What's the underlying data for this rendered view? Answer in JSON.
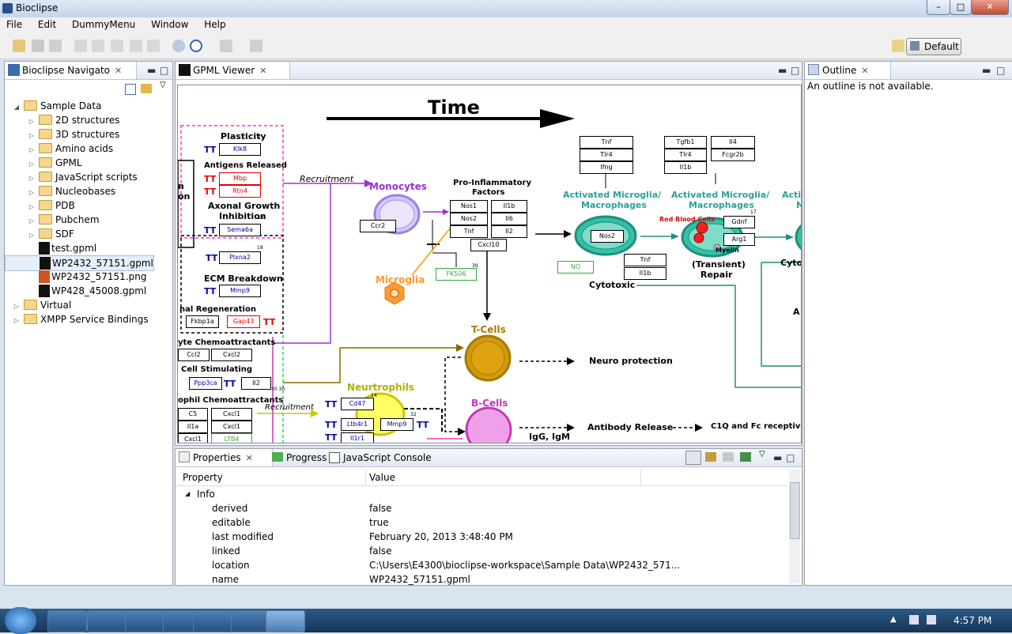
{
  "window": {
    "title": "Bioclipse",
    "min": "–",
    "max": "□",
    "close": "✕"
  },
  "menu": [
    "File",
    "Edit",
    "DummyMenu",
    "Window",
    "Help"
  ],
  "perspective": {
    "label": "Default"
  },
  "navigator": {
    "title": "Bioclipse Navigato",
    "tree": [
      {
        "label": "Sample Data",
        "level": 0,
        "expanded": true,
        "type": "folder"
      },
      {
        "label": "2D structures",
        "level": 1,
        "type": "folder"
      },
      {
        "label": "3D structures",
        "level": 1,
        "type": "folder"
      },
      {
        "label": "Amino acids",
        "level": 1,
        "type": "folder"
      },
      {
        "label": "GPML",
        "level": 1,
        "type": "folder"
      },
      {
        "label": "JavaScript scripts",
        "level": 1,
        "type": "folder"
      },
      {
        "label": "Nucleobases",
        "level": 1,
        "type": "folder"
      },
      {
        "label": "PDB",
        "level": 1,
        "type": "folder"
      },
      {
        "label": "Pubchem",
        "level": 1,
        "type": "folder"
      },
      {
        "label": "SDF",
        "level": 1,
        "type": "folder"
      },
      {
        "label": "test.gpml",
        "level": 1,
        "type": "gpml"
      },
      {
        "label": "WP2432_57151.gpml",
        "level": 1,
        "type": "gpml",
        "selected": true
      },
      {
        "label": "WP2432_57151.png",
        "level": 1,
        "type": "png"
      },
      {
        "label": "WP428_45008.gpml",
        "level": 1,
        "type": "gpml"
      },
      {
        "label": "Virtual",
        "level": 0,
        "type": "folder"
      },
      {
        "label": "XMPP Service Bindings",
        "level": 0,
        "type": "folder"
      }
    ]
  },
  "viewer": {
    "title": "GPML Viewer",
    "diagram": {
      "time": "Time",
      "plasticity": "Plasticity",
      "antigens": "Antigens Released",
      "axonal": "Axonal Growth",
      "inhibition": "Inhibition",
      "ecm": "ECM Breakdown",
      "regeneration": "nal Regeneration",
      "chemo": "yte Chemoattractants",
      "cellstim": "Cell Stimulating",
      "phil": "ophil Chemoattractants",
      "recruitment1": "Recruitment",
      "recruitment2": "Recruitment",
      "monocytes": "Monocytes",
      "microglia": "Microglia",
      "proinf1": "Pro-Inflammatory",
      "proinf2": "Factors",
      "tcells": "T-Cells",
      "bcells": "B-Cells",
      "neutrophils": "Neurtrophils",
      "neuroprot": "Neuro protection",
      "antibody": "Antibody Release",
      "c1q": "C1Q and Fc receptive",
      "igg": "IgG, IgM",
      "act1a": "Activated Microglia/",
      "act1b": "Macrophages",
      "act2a": "Activated Microglia/",
      "act2b": "Macrophages",
      "act3a": "Activ",
      "act3b": "M",
      "cytotoxic": "Cytotoxic",
      "transient": "(Transient)",
      "repair": "Repair",
      "rbc": "Red Blood Cells",
      "myelin": "Myelin",
      "cyto2": "Cyto",
      "a": "A",
      "frag_n": "n",
      "frag_on": "on",
      "tt": "TT",
      "n2": "2",
      "n18a": "18",
      "n18b": "18",
      "n39": "39",
      "n17": "17",
      "n24": "24",
      "n32": "32",
      "n3030": "30 30",
      "genes": {
        "klk8": "Klk8",
        "mbp": "Mbp",
        "rtn4": "Rtn4",
        "sema6a": "Sema6a",
        "plxna2": "Plxna2",
        "mmp9": "Mmp9",
        "fkbp1a": "Fkbp1a",
        "gap43": "Gap43",
        "ccl2": "Ccl2",
        "cxcl2": "Cxcl2",
        "ppp3ca": "Ppp3ca",
        "il2": "Il2",
        "c5": "C5",
        "cxcl1a": "Cxcl1",
        "il1a": "Il1a",
        "cxcl1b": "Cxcl1",
        "cxcl1c": "Cxcl1",
        "ltb4": "LTB4",
        "ccr2": "Ccr2",
        "nos1": "Nos1",
        "il1b": "Il1b",
        "nos2": "Nos2",
        "il6": "Il6",
        "tnf": "Tnf",
        "il2b": "Il2",
        "cxcl10": "Cxcl10",
        "fk506": "FK506",
        "tnf2": "Tnf",
        "tlr4": "Tlr4",
        "ifng": "Ifng",
        "nos2b": "Nos2",
        "no": "NO",
        "tnf3": "Tnf",
        "il1b2": "Il1b",
        "tgfb1": "Tgfb1",
        "tlr4b": "Tlr4",
        "il1b3": "Il1b",
        "il4": "Il4",
        "fcgr2b": "Fcgr2b",
        "gdnf": "Gdnf",
        "arg1": "Arg1",
        "cd47": "Cd47",
        "ltb4r1": "Ltb4r1",
        "il1r1": "Il1r1",
        "mmp9b": "Mmp9"
      }
    }
  },
  "outline": {
    "title": "Outline",
    "message": "An outline is not available."
  },
  "bottom": {
    "tabs": [
      "Properties",
      "Progress",
      "JavaScript Console"
    ],
    "columns": [
      "Property",
      "Value"
    ],
    "group": "Info",
    "rows": [
      {
        "property": "derived",
        "value": "false"
      },
      {
        "property": "editable",
        "value": "true"
      },
      {
        "property": "last modified",
        "value": "February 20, 2013 3:48:40 PM"
      },
      {
        "property": "linked",
        "value": "false"
      },
      {
        "property": "location",
        "value": "C:\\Users\\E4300\\bioclipse-workspace\\Sample Data\\WP2432_571..."
      },
      {
        "property": "name",
        "value": "WP2432_57151.gpml"
      }
    ]
  },
  "taskbar": {
    "clock": "4:57 PM"
  },
  "colors": {
    "accent": "#3399ff",
    "teal": "#2aa198",
    "purple": "#9b30d9"
  }
}
